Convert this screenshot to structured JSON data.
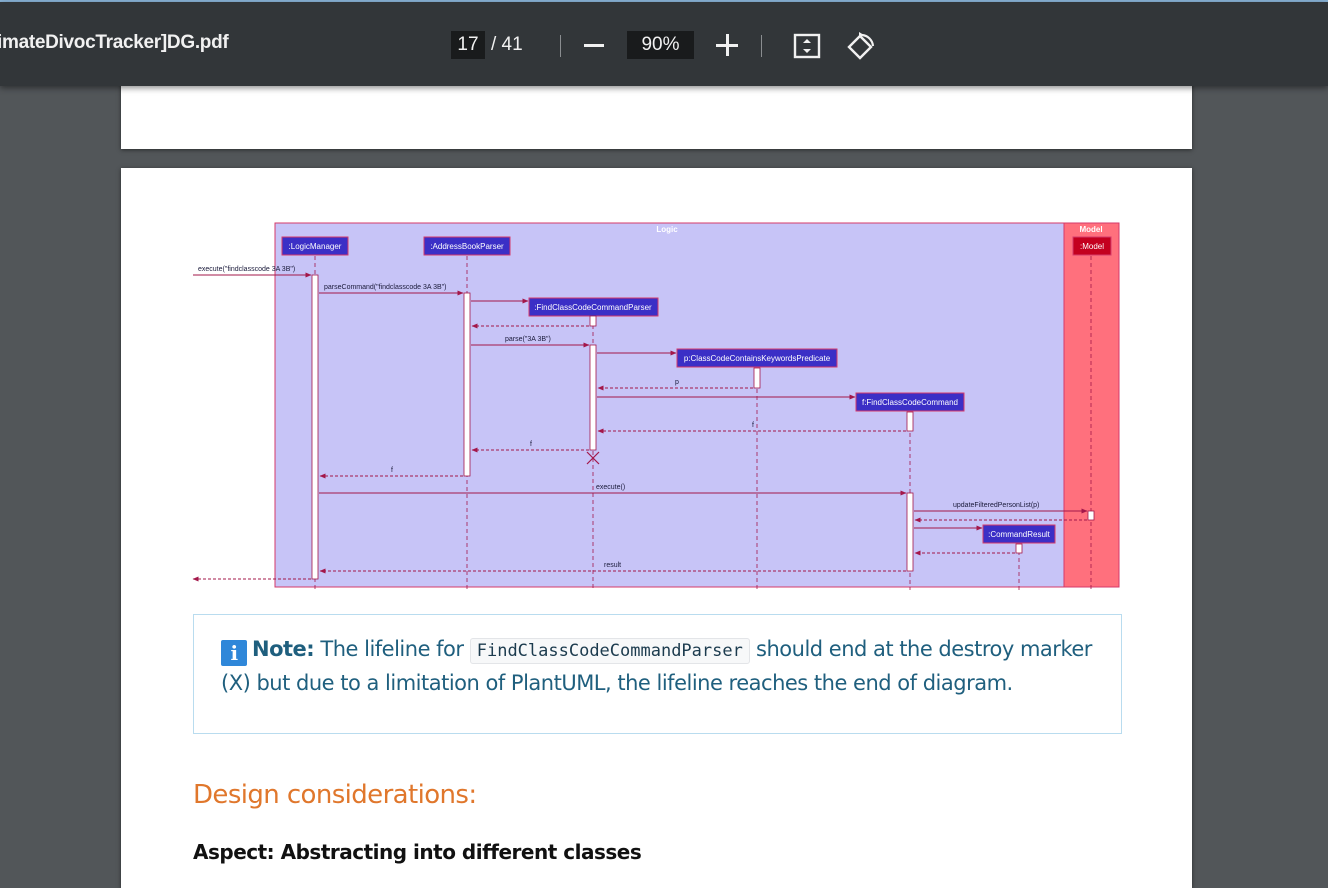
{
  "toolbar": {
    "title": "imateDivocTracker]DG.pdf",
    "current_page": "17",
    "total_pages": "/ 41",
    "zoom": "90%"
  },
  "diagram": {
    "frames": {
      "logic": "Logic",
      "model": "Model"
    },
    "participants": {
      "logic_manager": ":LogicManager",
      "parser": ":AddressBookParser",
      "find_parser": ":FindClassCodeCommandParser",
      "predicate": "p:ClassCodeContainsKeywordsPredicate",
      "command": "f:FindClassCodeCommand",
      "command_result": ":CommandResult",
      "model": ":Model"
    },
    "messages": {
      "execute_call": "execute(\"findclasscode 3A 3B\")",
      "parse_command": "parseCommand(\"findclasscode 3A 3B\")",
      "parse": "parse(\"3A 3B\")",
      "return_p": "p",
      "return_f1": "f",
      "return_f2": "f",
      "return_f3": "f",
      "execute": "execute()",
      "update_filtered": "updateFilteredPersonList(p)",
      "result": "result"
    },
    "colors": {
      "logic_bg": "#c7c4f7",
      "model_bg": "#ff707d",
      "participant_bg": "#3b2fc6",
      "line": "#a3174a"
    }
  },
  "note": {
    "label": "Note:",
    "text_before": "The lifeline for",
    "code": "FindClassCodeCommandParser",
    "text_after": "should end at the destroy marker (X) but due to a limitation of PlantUML, the lifeline reaches the end of diagram."
  },
  "headings": {
    "design": "Design considerations:",
    "aspect": "Aspect: Abstracting into different classes"
  }
}
